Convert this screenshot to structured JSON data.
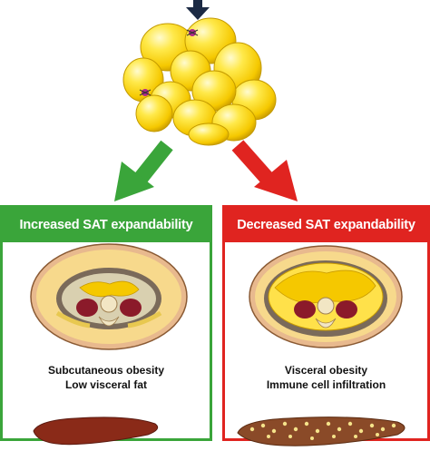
{
  "left_panel": {
    "header": "Increased SAT expandability",
    "caption_line1": "Subcutaneous obesity",
    "caption_line2": "Low visceral fat",
    "color": "#3aa53a"
  },
  "right_panel": {
    "header": "Decreased SAT expandability",
    "caption_line1": "Visceral obesity",
    "caption_line2": "Immune cell infiltration",
    "color": "#e02420"
  },
  "icons": {
    "top": "adipocyte-cluster-icon",
    "left_arrow": "green-arrow-icon",
    "right_arrow": "red-arrow-icon",
    "left_section": "abdominal-section-subcutaneous-icon",
    "right_section": "abdominal-section-visceral-icon",
    "left_liver": "healthy-liver-icon",
    "right_liver": "fatty-liver-icon"
  }
}
